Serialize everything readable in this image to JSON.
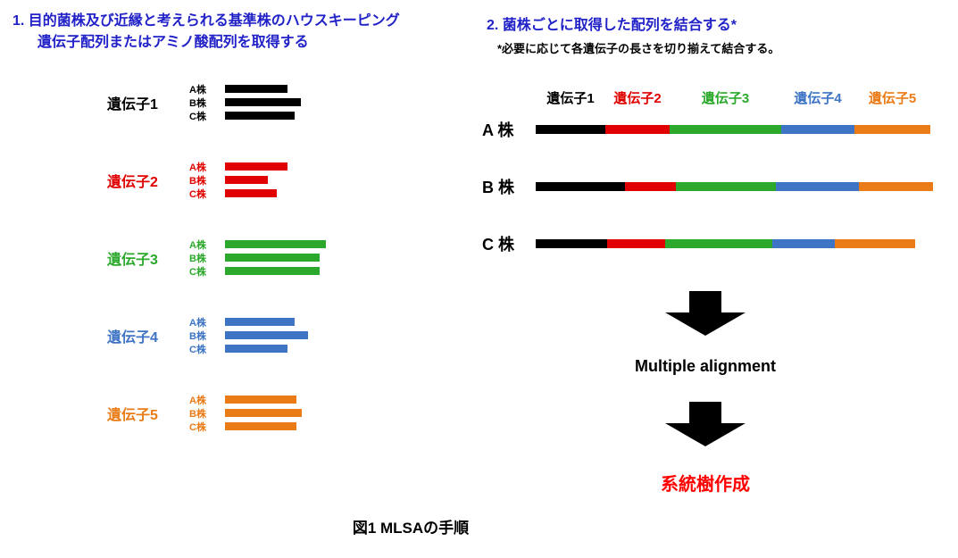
{
  "figure": {
    "caption": "図1 MLSAの手順"
  },
  "step1": {
    "title_line1": "1. 目的菌株及び近縁と考えられる基準株のハウスキーピング",
    "title_line2": "遺伝子配列またはアミノ酸配列を取得する",
    "title_color": "#2121C8",
    "genes": [
      {
        "label": "遺伝子1",
        "color": "#000000",
        "strains": [
          {
            "label": "A株",
            "len": 70
          },
          {
            "label": "B株",
            "len": 85
          },
          {
            "label": "C株",
            "len": 78
          }
        ]
      },
      {
        "label": "遺伝子2",
        "color": "#E00000",
        "strains": [
          {
            "label": "A株",
            "len": 70
          },
          {
            "label": "B株",
            "len": 48
          },
          {
            "label": "C株",
            "len": 58
          }
        ]
      },
      {
        "label": "遺伝子3",
        "color": "#2CA92C",
        "strains": [
          {
            "label": "A株",
            "len": 113
          },
          {
            "label": "B株",
            "len": 106
          },
          {
            "label": "C株",
            "len": 106
          }
        ]
      },
      {
        "label": "遺伝子4",
        "color": "#3E74C4",
        "strains": [
          {
            "label": "A株",
            "len": 78
          },
          {
            "label": "B株",
            "len": 93
          },
          {
            "label": "C株",
            "len": 70
          }
        ]
      },
      {
        "label": "遺伝子5",
        "color": "#EA7B16",
        "strains": [
          {
            "label": "A株",
            "len": 80
          },
          {
            "label": "B株",
            "len": 86
          },
          {
            "label": "C株",
            "len": 80
          }
        ]
      }
    ]
  },
  "step2": {
    "title": "2. 菌株ごとに取得した配列を結合する*",
    "title_color": "#2121C8",
    "note": "*必要に応じて各遺伝子の長さを切り揃えて結合する。",
    "headers": [
      {
        "label": "遺伝子1",
        "color": "#000000"
      },
      {
        "label": "遺伝子2",
        "color": "#E00000"
      },
      {
        "label": "遺伝子3",
        "color": "#2CA92C"
      },
      {
        "label": "遺伝子4",
        "color": "#3E74C4"
      },
      {
        "label": "遺伝子5",
        "color": "#EA7B16"
      }
    ],
    "rows": [
      {
        "label": "A 株",
        "segments": [
          78,
          72,
          125,
          82,
          85
        ]
      },
      {
        "label": "B 株",
        "segments": [
          100,
          57,
          112,
          93,
          83
        ]
      },
      {
        "label": "C 株",
        "segments": [
          80,
          65,
          120,
          70,
          90
        ]
      }
    ]
  },
  "flow": {
    "alignment_label": "Multiple alignment",
    "tree_label": "系統樹作成",
    "tree_color": "#FF0000",
    "arrow_color": "#000000"
  }
}
